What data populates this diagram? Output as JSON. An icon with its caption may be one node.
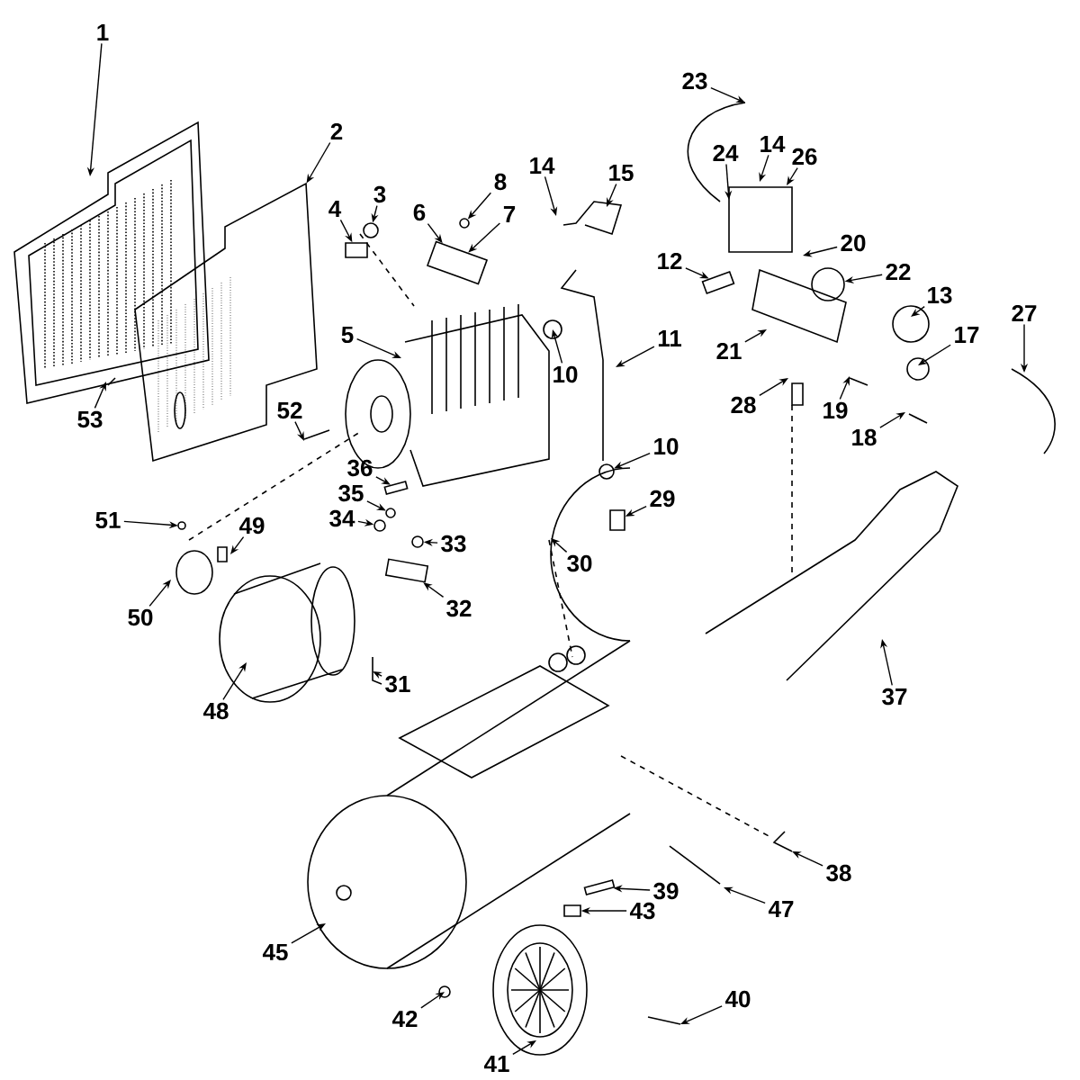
{
  "diagram": {
    "nodes": [
      {
        "text": [
          "1"
        ]
      },
      {
        "text": [
          "23"
        ]
      },
      {
        "text": [
          "2"
        ]
      },
      {
        "text": [
          "14"
        ]
      },
      {
        "text": [
          "24"
        ]
      },
      {
        "text": [
          "26"
        ]
      },
      {
        "text": [
          "14"
        ]
      },
      {
        "text": [
          "15"
        ]
      },
      {
        "text": [
          "8"
        ]
      },
      {
        "text": [
          "3"
        ]
      },
      {
        "text": [
          "4"
        ]
      },
      {
        "text": [
          "7"
        ]
      },
      {
        "text": [
          "6"
        ]
      },
      {
        "text": [
          "20"
        ]
      },
      {
        "text": [
          "12"
        ]
      },
      {
        "text": [
          "22"
        ]
      },
      {
        "text": [
          "13"
        ]
      },
      {
        "text": [
          "27"
        ]
      },
      {
        "text": [
          "17"
        ]
      },
      {
        "text": [
          "5"
        ]
      },
      {
        "text": [
          "11"
        ]
      },
      {
        "text": [
          "21"
        ]
      },
      {
        "text": [
          "10"
        ]
      },
      {
        "text": [
          "19"
        ]
      },
      {
        "text": [
          "28"
        ]
      },
      {
        "text": [
          "52"
        ]
      },
      {
        "text": [
          "53"
        ]
      },
      {
        "text": [
          "18"
        ]
      },
      {
        "text": [
          "10"
        ]
      },
      {
        "text": [
          "36"
        ]
      },
      {
        "text": [
          "35"
        ]
      },
      {
        "text": [
          "29"
        ]
      },
      {
        "text": [
          "34"
        ]
      },
      {
        "text": [
          "51"
        ]
      },
      {
        "text": [
          "49"
        ]
      },
      {
        "text": [
          "33"
        ]
      },
      {
        "text": [
          "30"
        ]
      },
      {
        "text": [
          "32"
        ]
      },
      {
        "text": [
          "50"
        ]
      },
      {
        "text": [
          "31"
        ]
      },
      {
        "text": [
          "37"
        ]
      },
      {
        "text": [
          "48"
        ]
      },
      {
        "text": [
          "38"
        ]
      },
      {
        "text": [
          "39"
        ]
      },
      {
        "text": [
          "47"
        ]
      },
      {
        "text": [
          "43"
        ]
      },
      {
        "text": [
          "45"
        ]
      },
      {
        "text": [
          "40"
        ]
      },
      {
        "text": [
          "42"
        ]
      },
      {
        "text": [
          "41"
        ]
      },
      {
        "text": [],
        "shape": "box"
      },
      {
        "text": [],
        "shape": "circle"
      },
      {
        "text": [],
        "shape": "circle"
      },
      {
        "text": [],
        "shape": "box"
      },
      {
        "text": [],
        "shape": "circle"
      },
      {
        "text": [],
        "shape": "box"
      },
      {
        "text": [],
        "shape": "circle"
      },
      {
        "text": [],
        "shape": "box"
      },
      {
        "text": [],
        "shape": "circle"
      },
      {
        "text": [],
        "shape": "box"
      },
      {
        "text": [],
        "shape": "bar"
      },
      {
        "text": [],
        "shape": "circle"
      },
      {
        "text": [],
        "shape": "circle"
      },
      {
        "text": [],
        "shape": "bar"
      },
      {
        "text": [],
        "shape": "box"
      },
      {
        "text": [],
        "shape": "picture"
      }
    ],
    "edges": [
      {
        "from": 0,
        "to": null,
        "arrow": "to"
      },
      {
        "from": 1,
        "to": null,
        "arrow": "to"
      },
      {
        "from": 2,
        "to": 65,
        "arrow": "to"
      },
      {
        "from": 3,
        "to": null,
        "arrow": "to"
      },
      {
        "from": 4,
        "to": null,
        "arrow": "to"
      },
      {
        "from": 5,
        "to": null,
        "arrow": "to"
      },
      {
        "from": 6,
        "to": null,
        "arrow": "to"
      },
      {
        "from": 7,
        "to": null,
        "arrow": "to"
      },
      {
        "from": 8,
        "to": 52,
        "arrow": "to"
      },
      {
        "from": 9,
        "to": 51,
        "arrow": "to"
      },
      {
        "from": 10,
        "to": 50,
        "arrow": "to"
      },
      {
        "from": 11,
        "to": 53,
        "arrow": "to"
      },
      {
        "from": 12,
        "to": 53,
        "arrow": "to"
      },
      {
        "from": 13,
        "to": null,
        "arrow": "to"
      },
      {
        "from": 14,
        "to": 55,
        "arrow": "to"
      },
      {
        "from": 15,
        "to": 54,
        "arrow": "to"
      },
      {
        "from": 16,
        "to": null,
        "arrow": "to"
      },
      {
        "from": 17,
        "to": null,
        "arrow": "to"
      },
      {
        "from": 18,
        "to": null,
        "arrow": "to"
      },
      {
        "from": 19,
        "to": null,
        "arrow": "to"
      },
      {
        "from": 20,
        "to": null,
        "arrow": "to"
      },
      {
        "from": 21,
        "to": null,
        "arrow": "to"
      },
      {
        "from": 22,
        "to": null,
        "arrow": "to"
      },
      {
        "from": 23,
        "to": null,
        "arrow": "to"
      },
      {
        "from": 24,
        "to": null,
        "arrow": "to"
      },
      {
        "from": 25,
        "to": null,
        "arrow": "to"
      },
      {
        "from": 26,
        "to": null,
        "arrow": "to"
      },
      {
        "from": 27,
        "to": null,
        "arrow": "to"
      },
      {
        "from": 28,
        "to": 56,
        "arrow": "to"
      },
      {
        "from": 29,
        "to": 60,
        "arrow": "to"
      },
      {
        "from": 30,
        "to": 61,
        "arrow": "to"
      },
      {
        "from": 31,
        "to": 57,
        "arrow": "to"
      },
      {
        "from": 32,
        "to": 62,
        "arrow": "to"
      },
      {
        "from": 33,
        "to": null,
        "arrow": "to"
      },
      {
        "from": 34,
        "to": null,
        "arrow": "to"
      },
      {
        "from": 35,
        "to": 58,
        "arrow": "to"
      },
      {
        "from": 36,
        "to": null,
        "arrow": "to"
      },
      {
        "from": 37,
        "to": 59,
        "arrow": "to"
      },
      {
        "from": 38,
        "to": null,
        "arrow": "to"
      },
      {
        "from": 39,
        "to": null,
        "arrow": "to"
      },
      {
        "from": 40,
        "to": null,
        "arrow": "to"
      },
      {
        "from": 41,
        "to": null,
        "arrow": "to"
      },
      {
        "from": 42,
        "to": null,
        "arrow": "to"
      },
      {
        "from": 43,
        "to": 63,
        "arrow": "to"
      },
      {
        "from": 44,
        "to": null,
        "arrow": "to"
      },
      {
        "from": 45,
        "to": 64,
        "arrow": "to"
      },
      {
        "from": 46,
        "to": null,
        "arrow": "to"
      },
      {
        "from": 47,
        "to": null,
        "arrow": "to"
      },
      {
        "from": 48,
        "to": null,
        "arrow": "to"
      },
      {
        "from": 49,
        "to": null,
        "arrow": "to"
      }
    ]
  }
}
